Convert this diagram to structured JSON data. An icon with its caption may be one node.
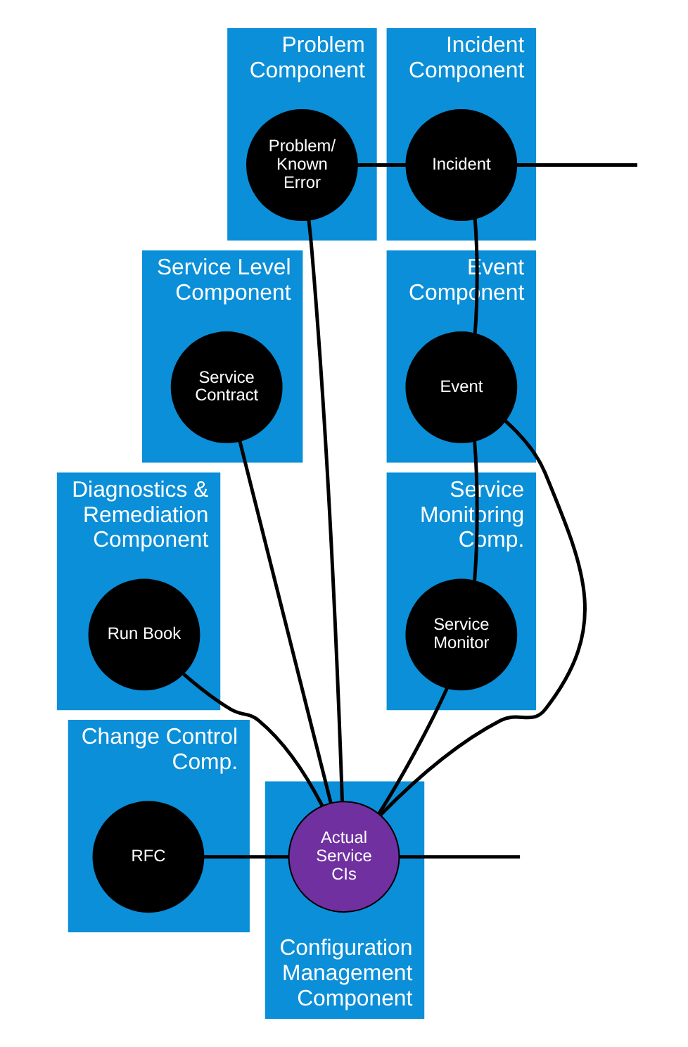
{
  "diagram": {
    "nodes": [
      {
        "text": [
          "Problem Component"
        ]
      },
      {
        "text": [
          "Problem/ Known Error"
        ],
        "in": 0
      },
      {
        "text": [
          "Incident Component"
        ]
      },
      {
        "text": [
          "Incident"
        ],
        "in": 2
      },
      {
        "text": [
          "Service Level Component"
        ]
      },
      {
        "text": [
          "Service Contract"
        ],
        "in": 4
      },
      {
        "text": [
          "Event Component"
        ]
      },
      {
        "text": [
          "Event"
        ],
        "in": 6
      },
      {
        "text": [
          "Diagnostics & Remediation Component"
        ]
      },
      {
        "text": [
          "Run Book"
        ],
        "in": 8
      },
      {
        "text": [
          "Service Monitoring Comp."
        ]
      },
      {
        "text": [
          "Service Monitor"
        ],
        "in": 10
      },
      {
        "text": [
          "Change Control Comp."
        ]
      },
      {
        "text": [
          "RFC"
        ],
        "in": 12
      },
      {
        "text": [
          "Configuration Management Component"
        ]
      },
      {
        "text": [
          "Actual Service CIs"
        ],
        "in": 14
      }
    ],
    "edges": [
      {
        "from": 1,
        "to": 3,
        "arrow": "none"
      },
      {
        "from": 3,
        "to": null,
        "arrow": "none"
      },
      {
        "from": 3,
        "to": 7,
        "arrow": "none"
      },
      {
        "from": 7,
        "to": 11,
        "arrow": "none"
      },
      {
        "from": 11,
        "to": 15,
        "arrow": "none"
      },
      {
        "from": 1,
        "to": 15,
        "arrow": "none"
      },
      {
        "from": 5,
        "to": 15,
        "arrow": "none"
      },
      {
        "from": 9,
        "to": 15,
        "arrow": "none"
      },
      {
        "from": 13,
        "to": 15,
        "arrow": "none"
      },
      {
        "from": 7,
        "to": 15,
        "arrow": "none"
      },
      {
        "from": 15,
        "to": null,
        "arrow": "none"
      }
    ]
  }
}
